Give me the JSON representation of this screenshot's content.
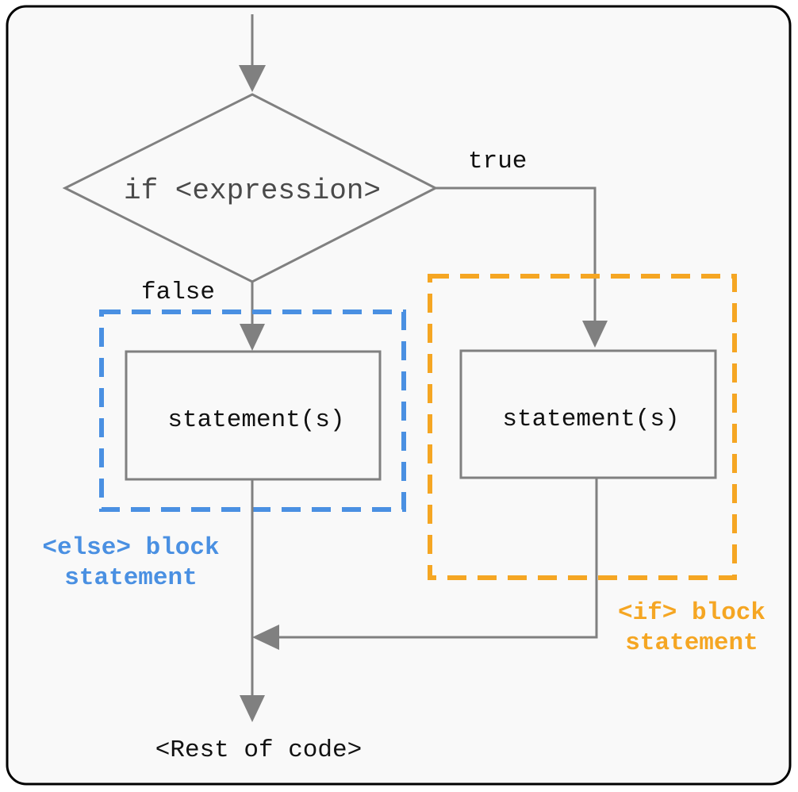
{
  "decision": {
    "condition": "if <expression>",
    "true_label": "true",
    "false_label": "false"
  },
  "else_branch": {
    "statement": "statement(s)",
    "block_label_line1": "<else> block",
    "block_label_line2": "statement"
  },
  "if_branch": {
    "statement": "statement(s)",
    "block_label_line1": "<if> block",
    "block_label_line2": "statement"
  },
  "exit": {
    "label": "<Rest of code>"
  },
  "colors": {
    "background": "#f9f9f9",
    "frame": "#000000",
    "line": "#808080",
    "else_block": "#4a90e2",
    "if_block": "#f5a623"
  }
}
